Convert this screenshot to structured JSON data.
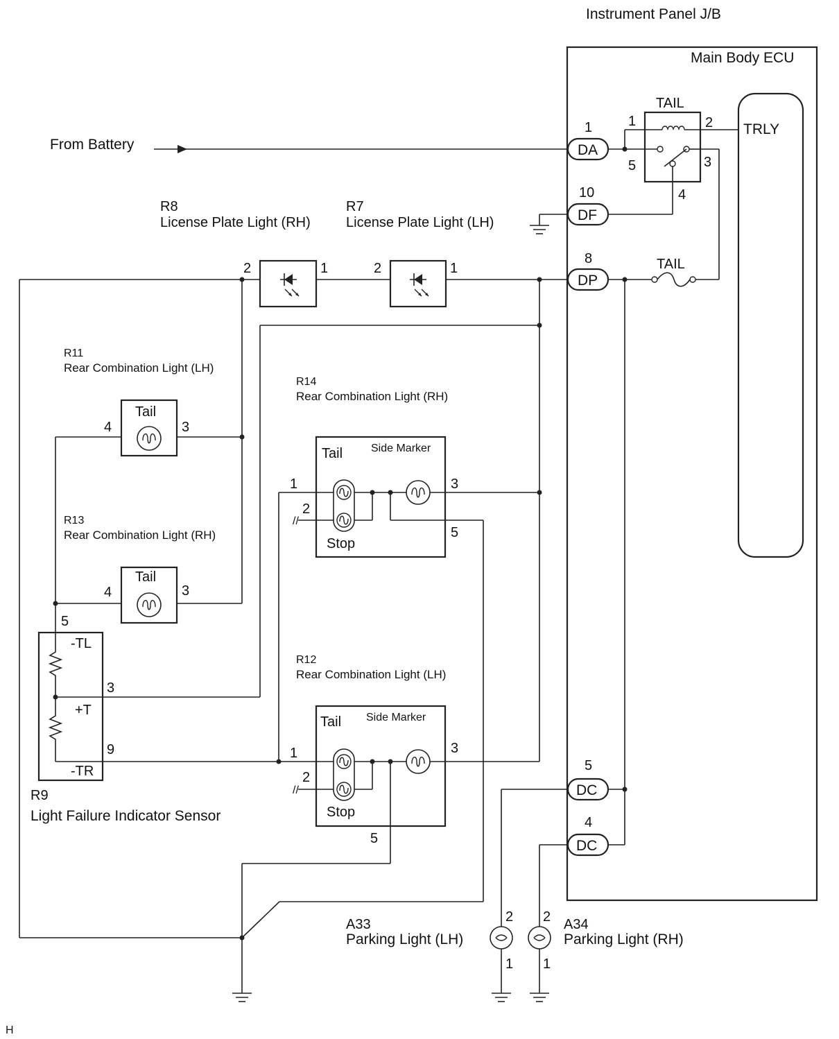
{
  "header": {
    "jb": "Instrument Panel J/B",
    "ecu": "Main Body ECU"
  },
  "ecu": {
    "relay_title": "TAIL",
    "trly": "TRLY",
    "fuse": "TAIL",
    "relay_pins": [
      "1",
      "2",
      "5",
      "3",
      "4"
    ],
    "connectors": [
      {
        "pin": "1",
        "label": "DA"
      },
      {
        "pin": "10",
        "label": "DF"
      },
      {
        "pin": "8",
        "label": "DP"
      },
      {
        "pin": "5",
        "label": "DC"
      },
      {
        "pin": "4",
        "label": "DC"
      }
    ]
  },
  "battery": "From Battery",
  "license": {
    "r8_code": "R8",
    "r8_name": "License Plate Light (RH)",
    "r7_code": "R7",
    "r7_name": "License Plate Light (LH)",
    "r8_pins": [
      "2",
      "1"
    ],
    "r7_pins": [
      "2",
      "1"
    ]
  },
  "r11": {
    "code": "R11",
    "name": "Rear Combination Light (LH)",
    "bulb": "Tail",
    "pins": [
      "4",
      "3"
    ]
  },
  "r13": {
    "code": "R13",
    "name": "Rear Combination Light (RH)",
    "bulb": "Tail",
    "pins": [
      "4",
      "3"
    ]
  },
  "r14": {
    "code": "R14",
    "name": "Rear Combination Light (RH)",
    "tail": "Tail",
    "side": "Side Marker",
    "stop": "Stop",
    "pins": [
      "1",
      "2",
      "3",
      "5"
    ]
  },
  "r12": {
    "code": "R12",
    "name": "Rear Combination Light (LH)",
    "tail": "Tail",
    "side": "Side Marker",
    "stop": "Stop",
    "pins": [
      "1",
      "2",
      "3",
      "5"
    ]
  },
  "r9": {
    "code": "R9",
    "name": "Light Failure Indicator Sensor",
    "terms": [
      "-TL",
      "+T",
      "-TR"
    ],
    "pins": [
      "5",
      "3",
      "9"
    ]
  },
  "a33": {
    "code": "A33",
    "name": "Parking Light (LH)",
    "pins": [
      "2",
      "1"
    ]
  },
  "a34": {
    "code": "A34",
    "name": "Parking Light (RH)",
    "pins": [
      "2",
      "1"
    ]
  },
  "footer": "H"
}
